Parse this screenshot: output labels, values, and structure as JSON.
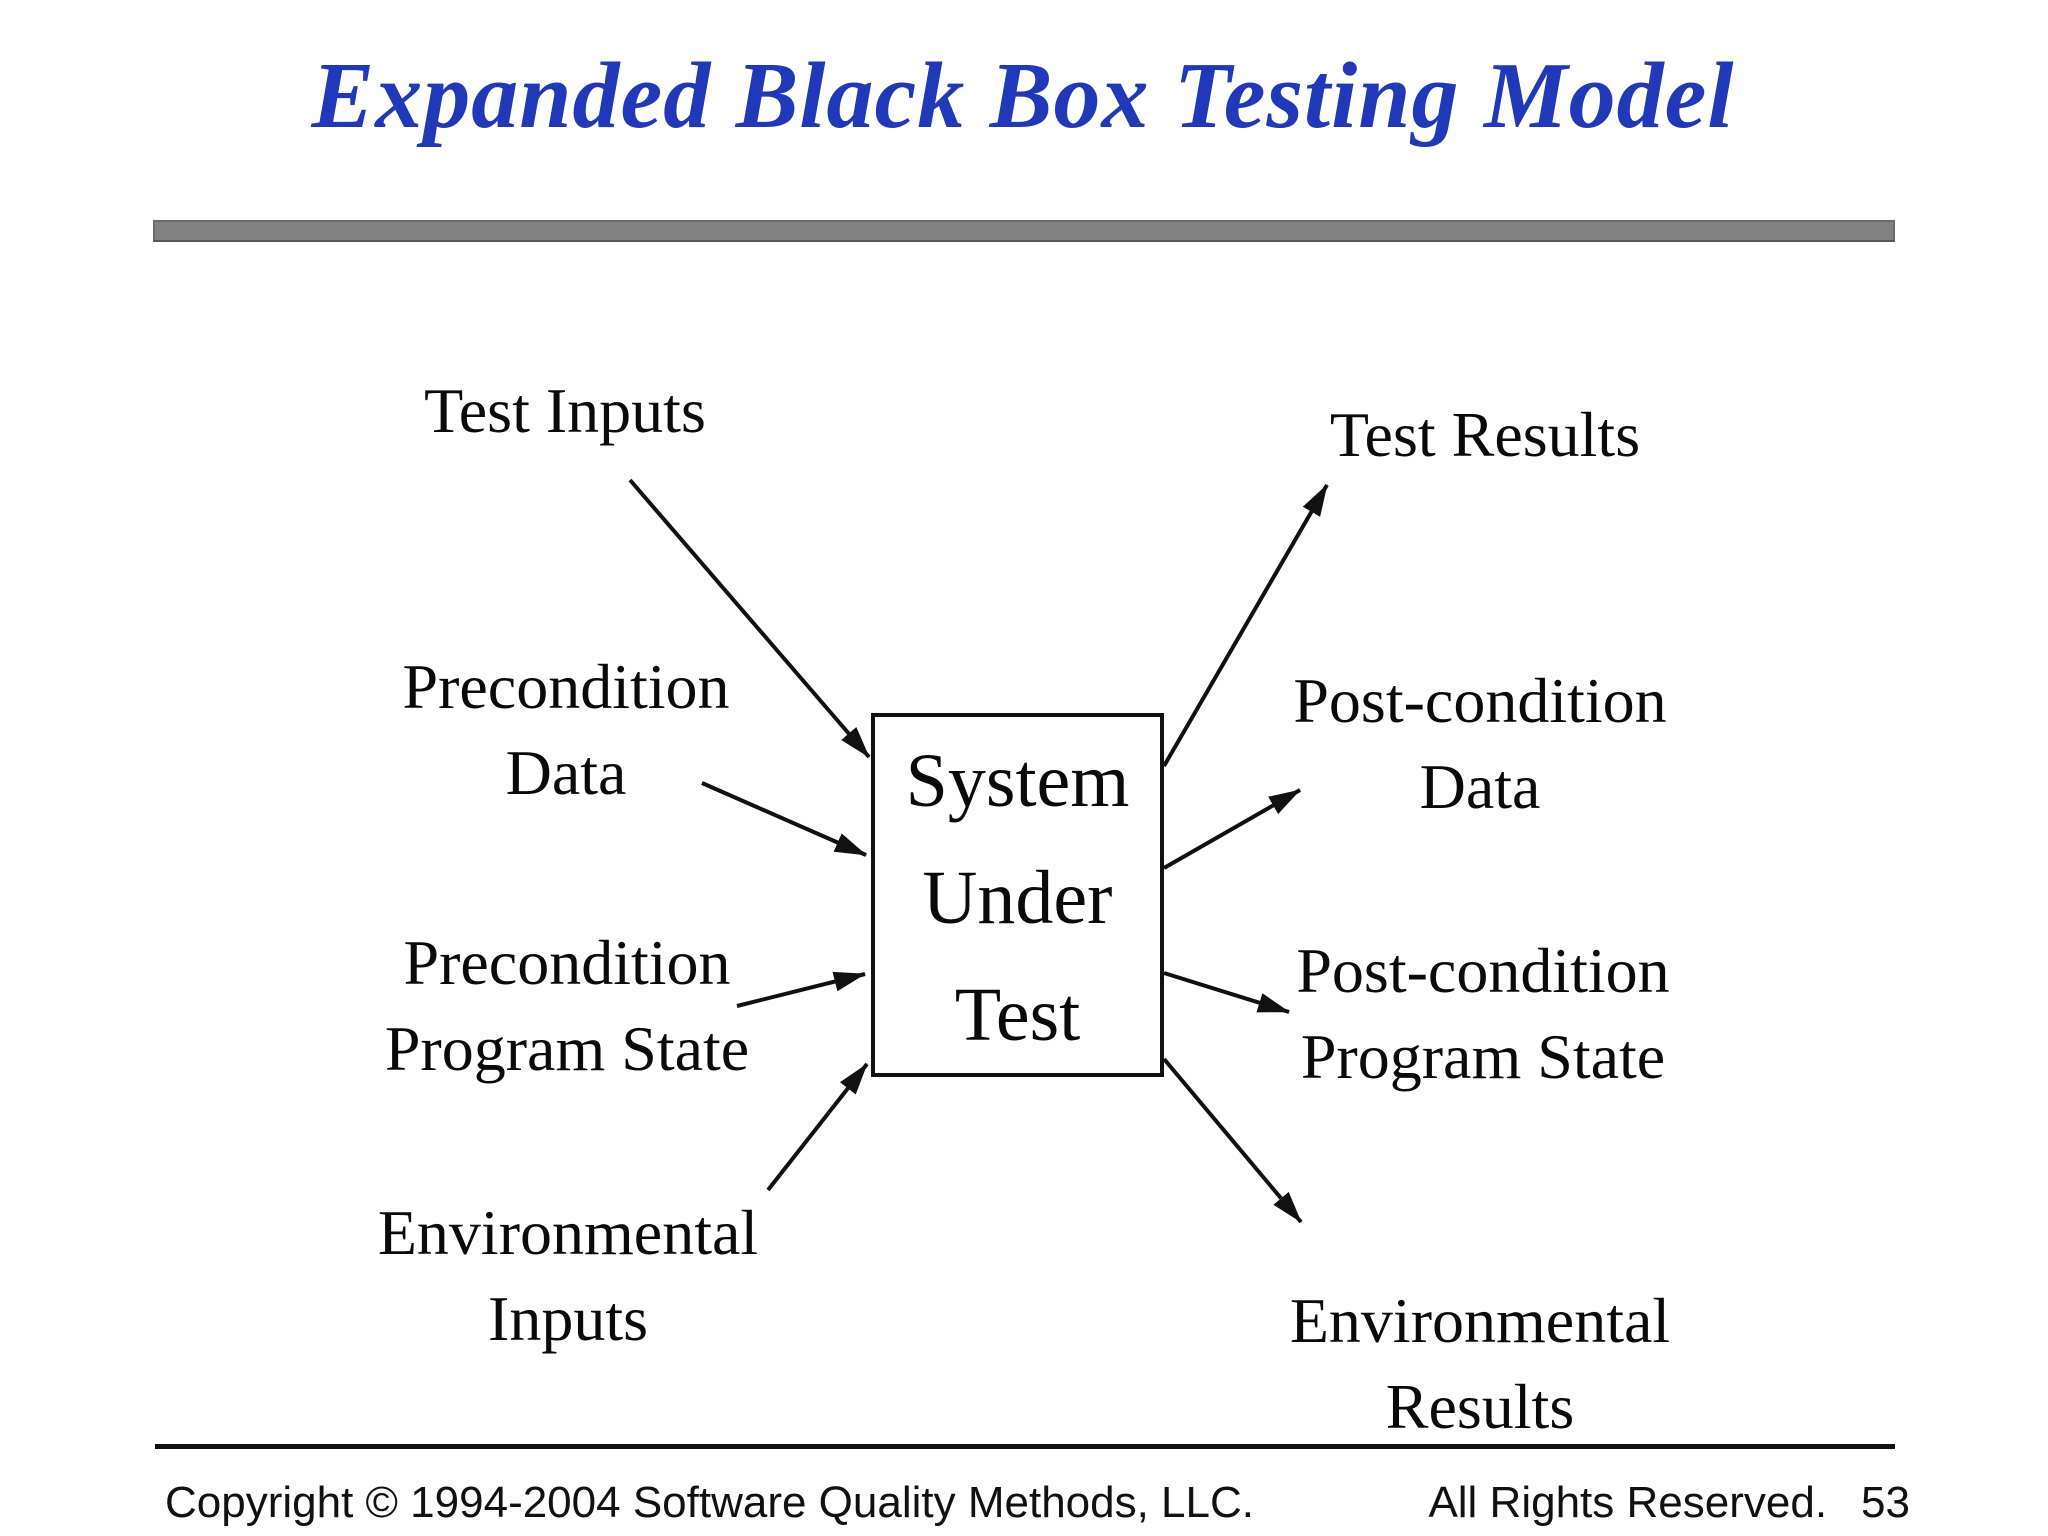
{
  "title": "Expanded Black Box Testing Model",
  "diagram": {
    "box": {
      "line1": "System",
      "line2": "Under",
      "line3": "Test"
    },
    "left_labels": [
      {
        "line1": "Test Inputs"
      },
      {
        "line1": "Precondition",
        "line2": "Data"
      },
      {
        "line1": "Precondition",
        "line2": "Program State"
      },
      {
        "line1": "Environmental",
        "line2": "Inputs"
      }
    ],
    "right_labels": [
      {
        "line1": "Test Results"
      },
      {
        "line1": "Post-condition",
        "line2": "Data"
      },
      {
        "line1": "Post-condition",
        "line2": "Program State"
      },
      {
        "line1": "Environmental",
        "line2": "Results"
      }
    ]
  },
  "footer": {
    "copyright": "Copyright © 1994-2004 Software Quality Methods, LLC.",
    "rights": "All Rights Reserved.",
    "page_number": "53"
  },
  "colors": {
    "title_blue": "#2138b8",
    "divider_gray": "#828282",
    "ink": "#0a0a0a"
  }
}
